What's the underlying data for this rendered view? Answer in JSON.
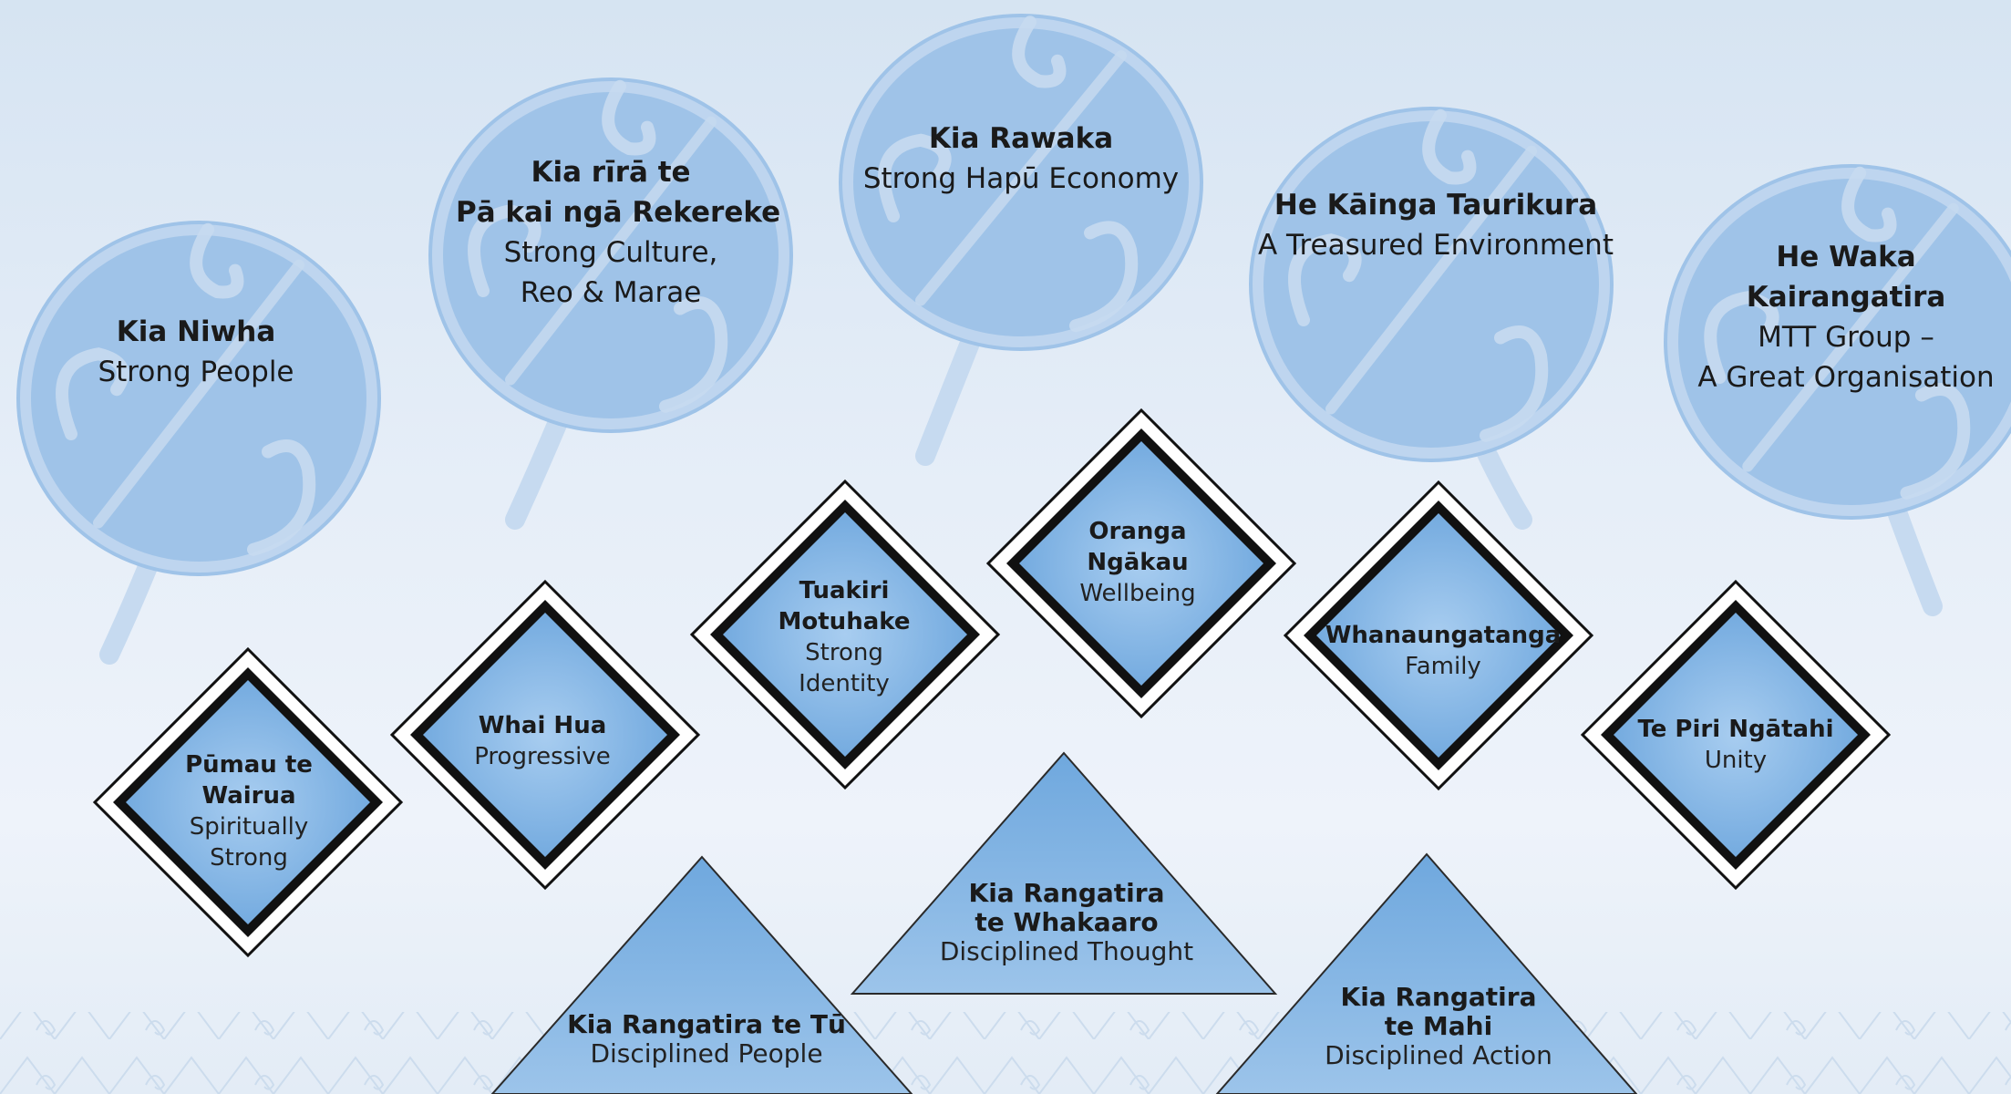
{
  "colors": {
    "fern_fill": "#9fc3e8",
    "fern_light": "#c6daf0",
    "diamond_outer": "#ffffff",
    "diamond_border": "#111111",
    "diamond_fill": "#7bb0e2",
    "triangle_fill": "#86b6e3"
  },
  "ferns": [
    {
      "title_lines": [
        "Kia Niwha"
      ],
      "subtitle_lines": [
        "Strong People"
      ],
      "icon": "koru-fern-icon"
    },
    {
      "title_lines": [
        "Kia rīrā te",
        "Pā kai ngā Rekereke"
      ],
      "subtitle_lines": [
        "Strong Culture,",
        "Reo & Marae"
      ],
      "icon": "koru-fern-icon"
    },
    {
      "title_lines": [
        "Kia Rawaka"
      ],
      "subtitle_lines": [
        "Strong Hapū Economy"
      ],
      "icon": "koru-fern-icon"
    },
    {
      "title_lines": [
        "He Kāinga Taurikura"
      ],
      "subtitle_lines": [
        "A Treasured Environment"
      ],
      "icon": "koru-fern-icon"
    },
    {
      "title_lines": [
        "He Waka",
        "Kairangatira"
      ],
      "subtitle_lines": [
        "MTT Group –",
        "A Great Organisation"
      ],
      "icon": "koru-fern-icon"
    }
  ],
  "diamonds": [
    {
      "title_lines": [
        "Pūmau te",
        "Wairua"
      ],
      "subtitle_lines": [
        "Spiritually",
        "Strong"
      ]
    },
    {
      "title_lines": [
        "Whai Hua"
      ],
      "subtitle_lines": [
        "Progressive"
      ]
    },
    {
      "title_lines": [
        "Tuakiri",
        "Motuhake"
      ],
      "subtitle_lines": [
        "Strong",
        "Identity"
      ]
    },
    {
      "title_lines": [
        "Oranga",
        "Ngākau"
      ],
      "subtitle_lines": [
        "Wellbeing"
      ]
    },
    {
      "title_lines": [
        "Whanaungatanga"
      ],
      "subtitle_lines": [
        "Family"
      ]
    },
    {
      "title_lines": [
        "Te Piri Ngātahi"
      ],
      "subtitle_lines": [
        "Unity"
      ]
    }
  ],
  "triangles": [
    {
      "title_lines": [
        "Kia Rangatira te Tū"
      ],
      "subtitle_lines": [
        "Disciplined People"
      ]
    },
    {
      "title_lines": [
        "Kia Rangatira",
        "te Whakaaro"
      ],
      "subtitle_lines": [
        "Disciplined Thought"
      ]
    },
    {
      "title_lines": [
        "Kia Rangatira",
        "te Mahi"
      ],
      "subtitle_lines": [
        "Disciplined Action"
      ]
    }
  ]
}
